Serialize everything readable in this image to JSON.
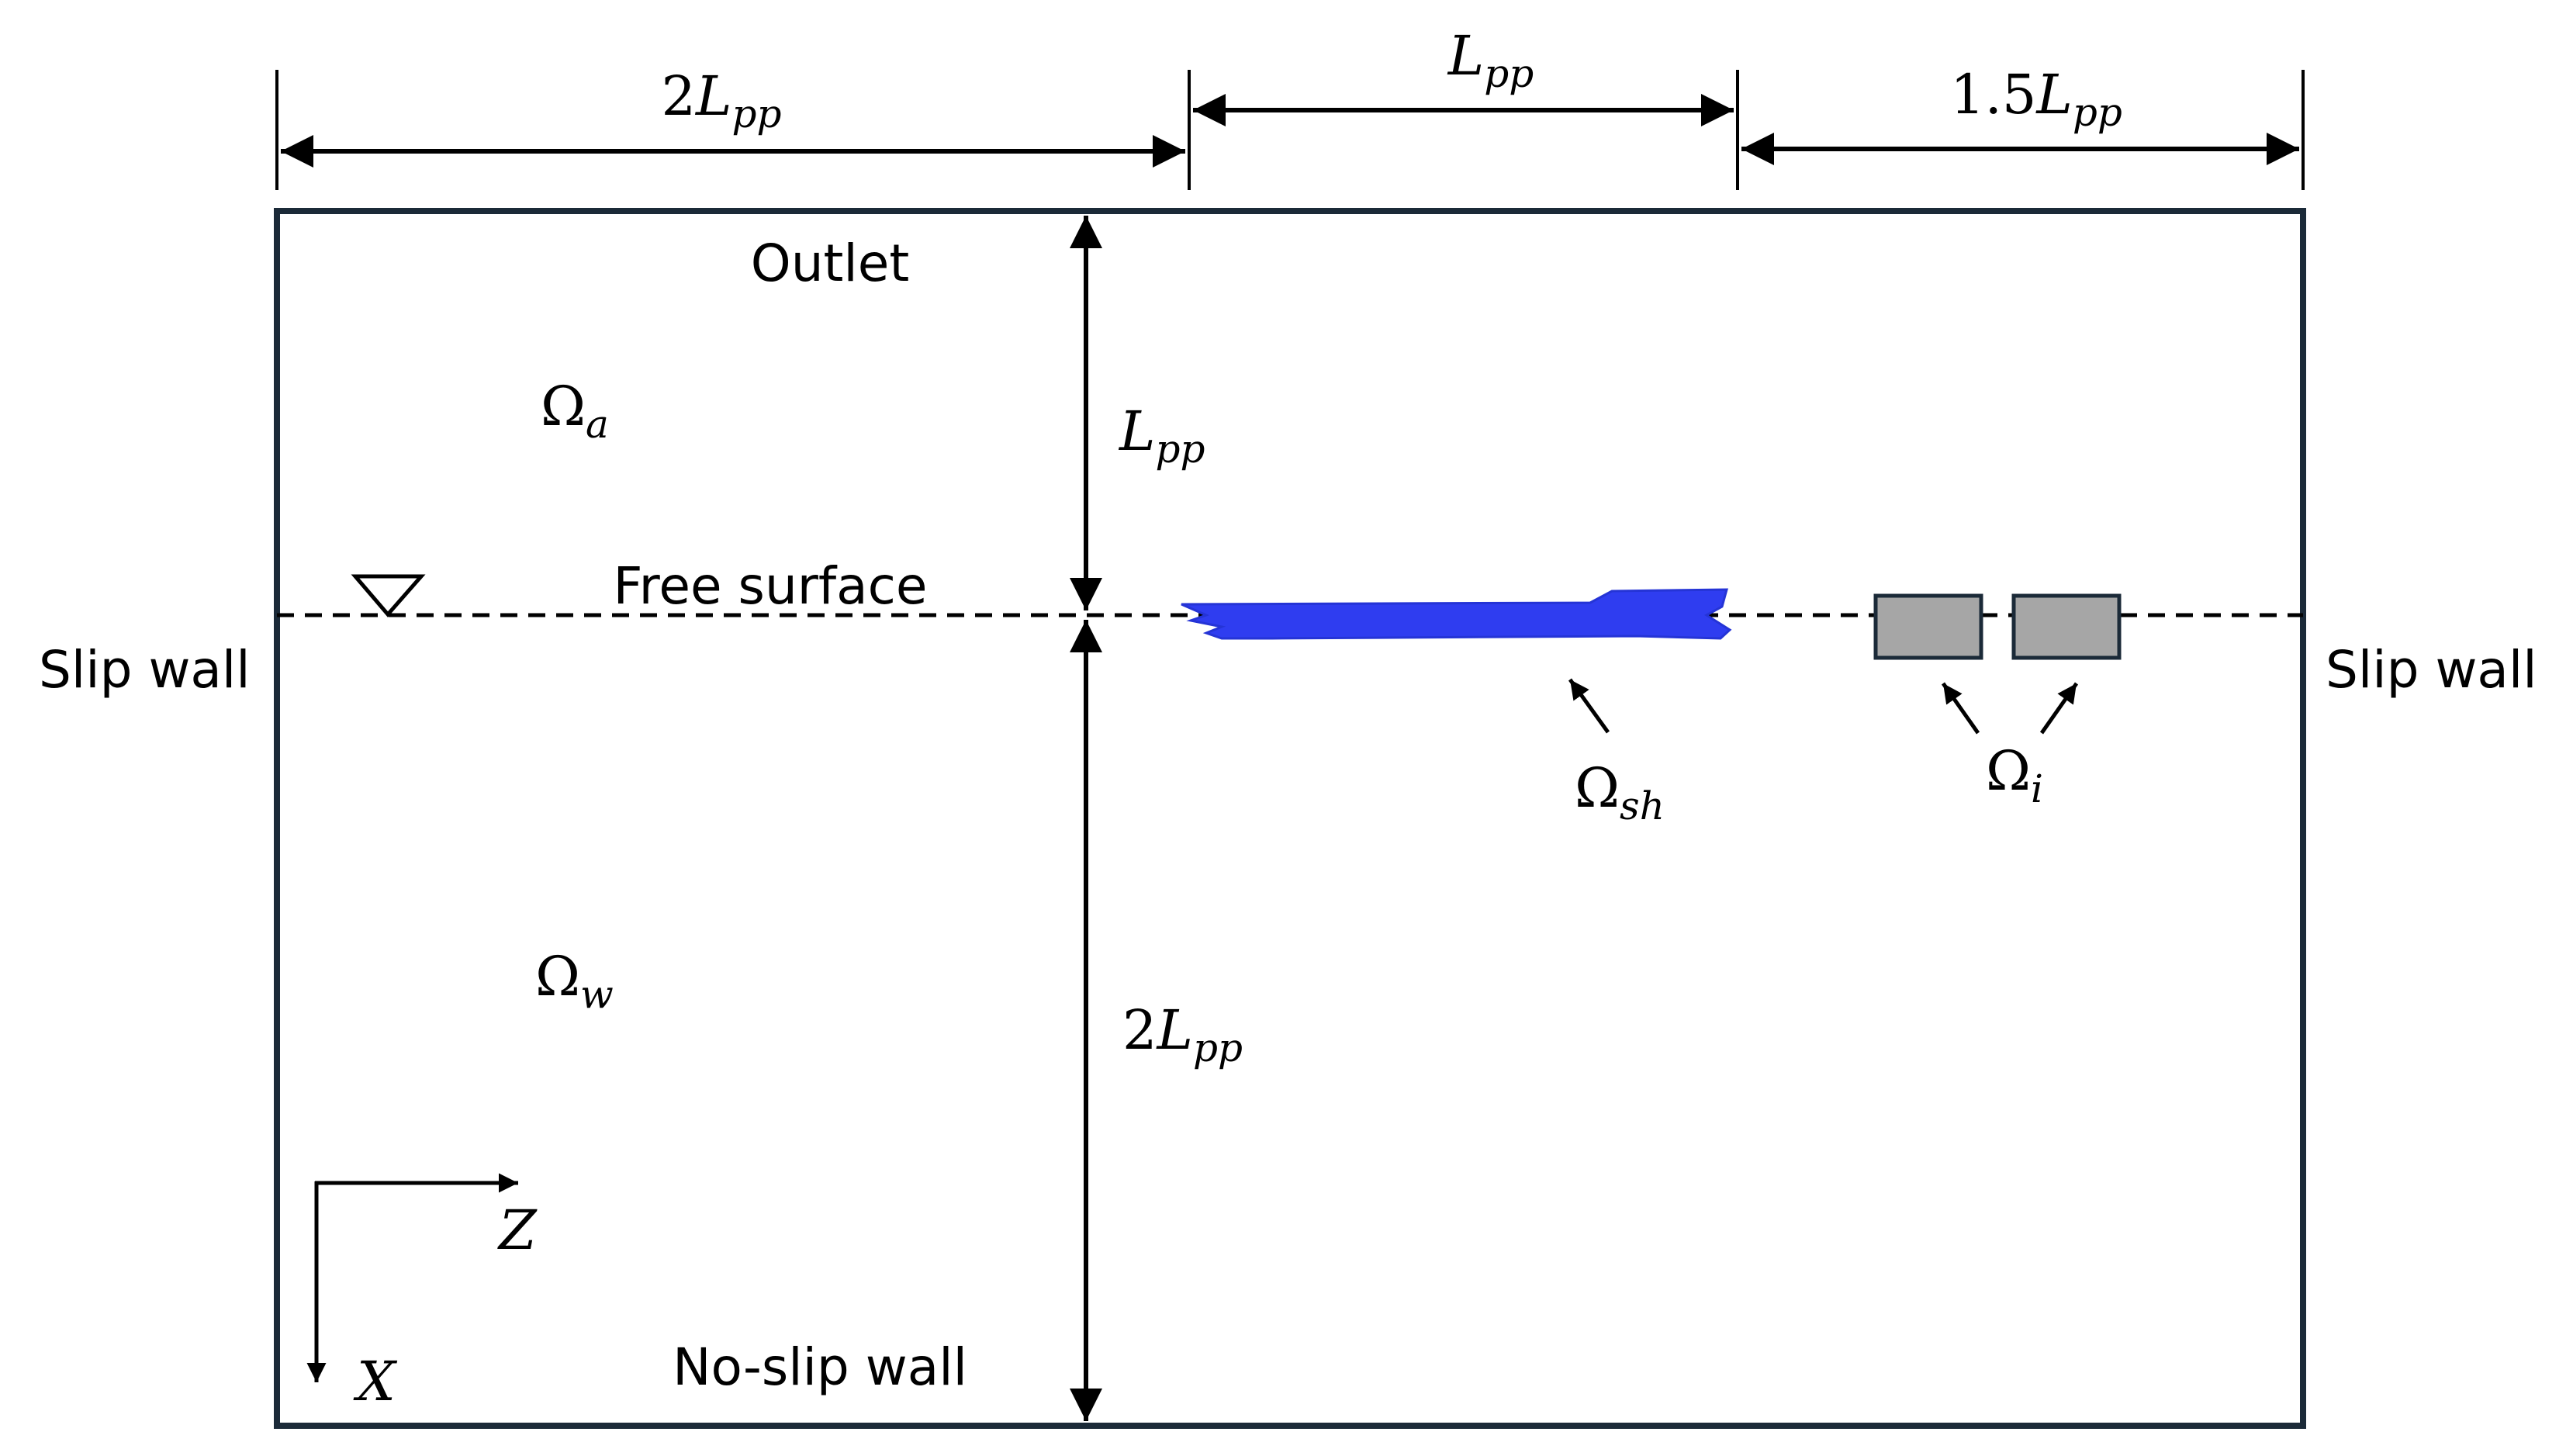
{
  "dimensions": {
    "top_left": {
      "coef": "2",
      "sym": "L",
      "sub": "pp"
    },
    "top_middle": {
      "coef": "",
      "sym": "L",
      "sub": "pp"
    },
    "top_right": {
      "coef": "1.5",
      "sym": "L",
      "sub": "pp"
    },
    "vertical_air": {
      "coef": "",
      "sym": "L",
      "sub": "pp"
    },
    "vertical_water": {
      "coef": "2",
      "sym": "L",
      "sub": "pp"
    }
  },
  "boundaries": {
    "top": "Outlet",
    "bottom": "No-slip wall",
    "left": "Slip wall",
    "right": "Slip wall"
  },
  "free_surface": {
    "label": "Free surface"
  },
  "regions": {
    "air": {
      "sym": "Ω",
      "sub": "a"
    },
    "water": {
      "sym": "Ω",
      "sub": "w"
    },
    "ship": {
      "sym": "Ω",
      "sub": "sh"
    },
    "ice": {
      "sym": "Ω",
      "sub": "i"
    }
  },
  "axes": {
    "horizontal": "Z",
    "vertical": "X"
  },
  "colors": {
    "frame": "#1b2a38",
    "ship": "#2f3df0",
    "ice_fill": "#a6a6a6",
    "ice_stroke": "#1b2a38"
  }
}
